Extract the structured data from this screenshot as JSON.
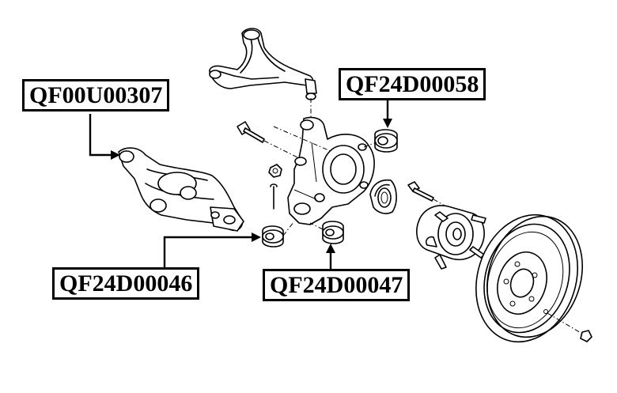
{
  "labels": {
    "lower_arm": "QF00U00307",
    "upper_bushing": "QF24D00058",
    "front_bushing": "QF24D00046",
    "rear_bushing": "QF24D00047"
  },
  "icons": {
    "upper_arm": "upper-control-arm-icon",
    "lower_arm": "lower-control-arm-icon",
    "knuckle": "steering-knuckle-icon",
    "hub": "wheel-hub-icon",
    "rotor": "brake-rotor-icon",
    "bushing": "bushing-icon"
  }
}
